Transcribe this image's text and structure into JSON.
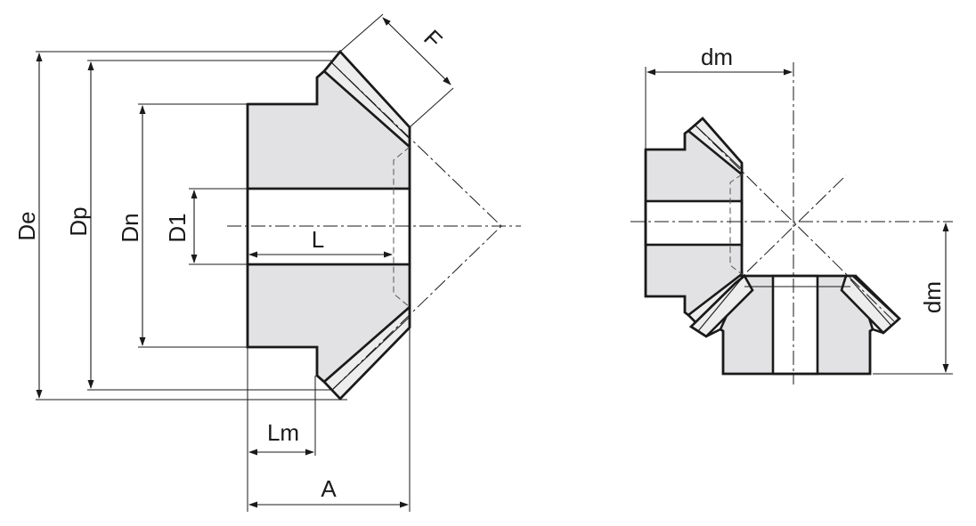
{
  "diagram": {
    "labels": {
      "De": "De",
      "Dp": "Dp",
      "Dn": "Dn",
      "D1": "D1",
      "L": "L",
      "F": "F",
      "Lm": "Lm",
      "A": "A",
      "dm_top": "dm",
      "dm_side": "dm"
    }
  }
}
